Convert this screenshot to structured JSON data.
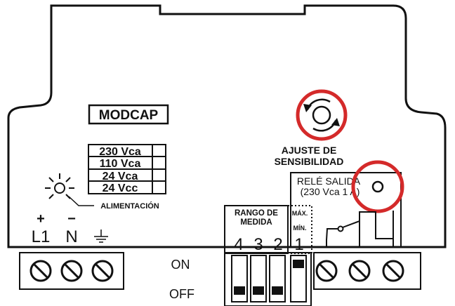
{
  "device": {
    "model": "MODCAP",
    "voltage_options": [
      "230 Vca",
      "110 Vca",
      "24 Vca",
      "24 Vcc"
    ],
    "power_label": "ALIMENTACIÓN",
    "terminals_left": {
      "l1": "L1",
      "n": "N",
      "plus": "+",
      "minus": "−"
    },
    "sensitivity": {
      "line1": "AJUSTE DE",
      "line2": "SENSIBILIDAD"
    },
    "relay": {
      "line1": "RELÉ SALIDA",
      "line2": "(230 Vca 1 A)"
    },
    "range": {
      "title_line1": "RANGO DE",
      "title_line2": "MEDIDA",
      "digits": [
        "4",
        "3",
        "2",
        "1"
      ],
      "max_label": "MÁX.",
      "min_label": "MÍN."
    },
    "dip": {
      "on_label": "ON",
      "off_label": "OFF",
      "states": [
        "OFF",
        "OFF",
        "OFF",
        "ON"
      ]
    },
    "highlight_color": "#d42a2a"
  }
}
